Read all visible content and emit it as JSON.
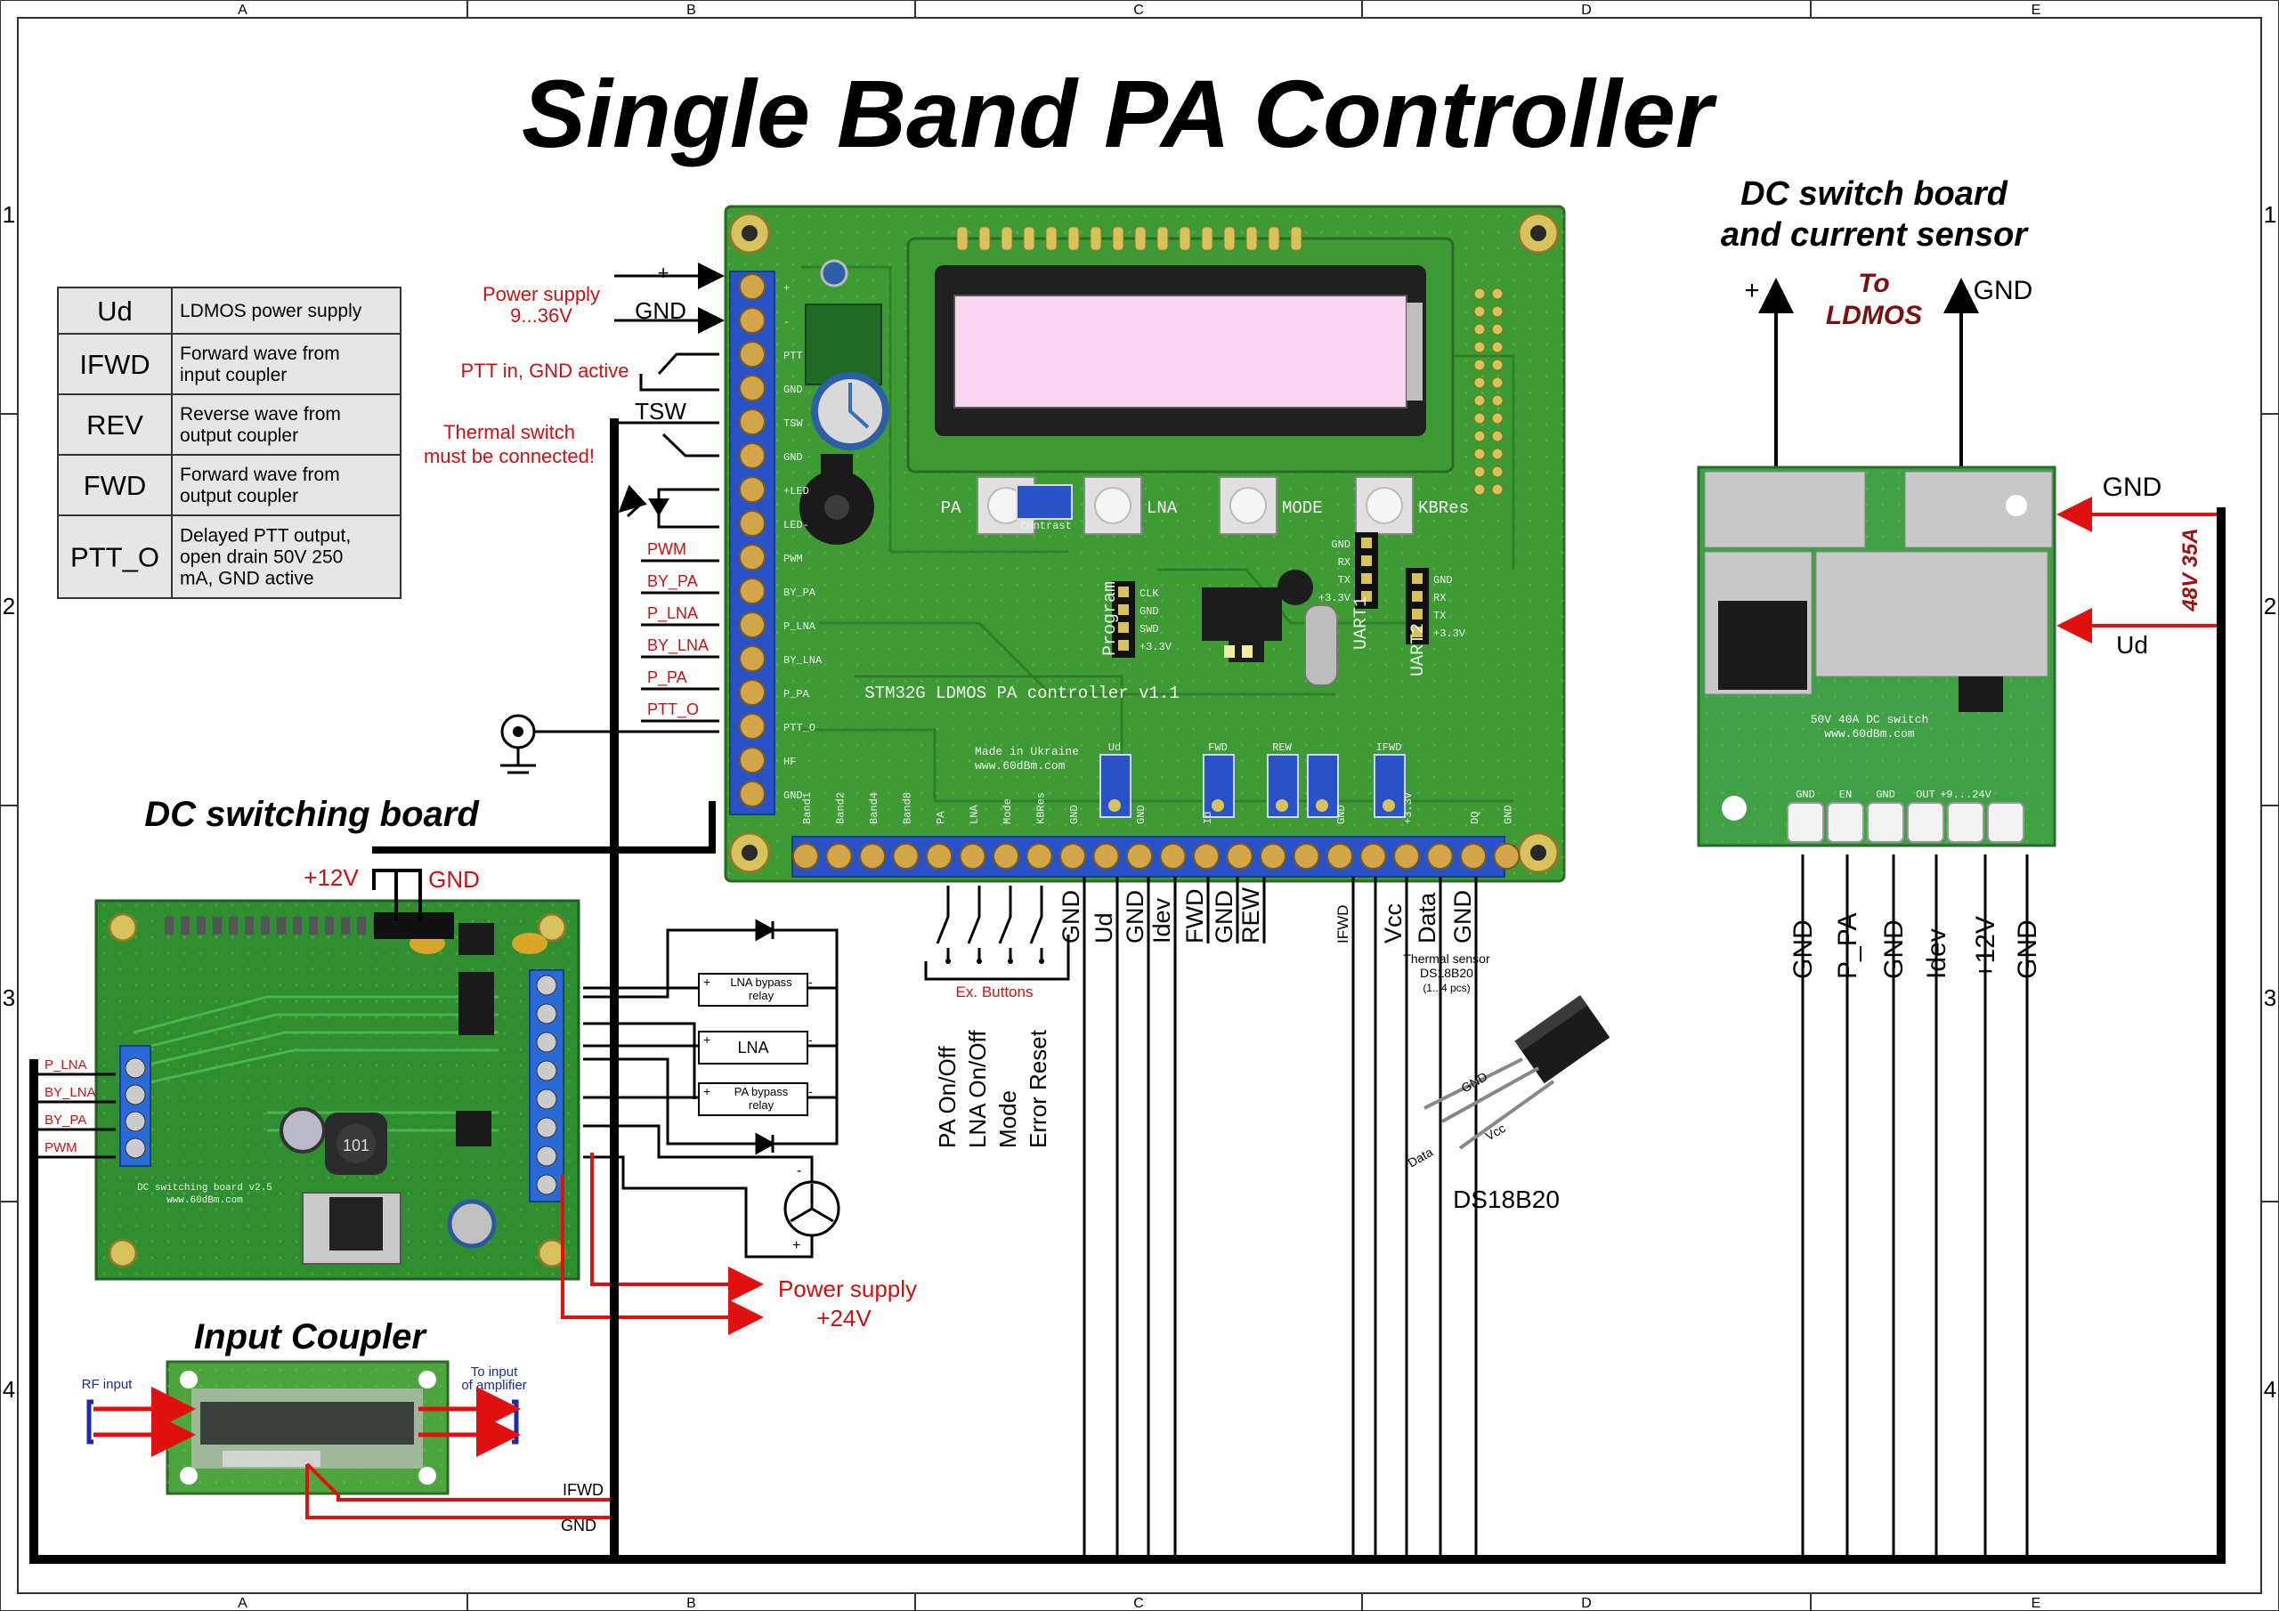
{
  "title": "Single Band PA Controller",
  "frame": {
    "columns": [
      "A",
      "B",
      "C",
      "D",
      "E"
    ],
    "rows": [
      "1",
      "2",
      "3",
      "4"
    ]
  },
  "legend_table": [
    {
      "code": "Ud",
      "desc": [
        "LDMOS power supply"
      ]
    },
    {
      "code": "IFWD",
      "desc": [
        "Forward wave from",
        "input coupler"
      ]
    },
    {
      "code": "REV",
      "desc": [
        "Reverse wave from",
        "output coupler"
      ]
    },
    {
      "code": "FWD",
      "desc": [
        "Forward wave from",
        "output coupler"
      ]
    },
    {
      "code": "PTT_O",
      "desc": [
        "Delayed PTT output,",
        "open drain 50V 250",
        "mA, GND active"
      ]
    }
  ],
  "left_notes": {
    "power_supply": [
      "Power supply",
      "9...36V"
    ],
    "plus": "+",
    "gnd": "GND",
    "ptt_in": "PTT in, GND active",
    "thermal": [
      "Thermal switch",
      "must be connected!"
    ],
    "tsw": "TSW"
  },
  "controller_board": {
    "name": "STM32G LDMOS PA controller v1.1",
    "made": [
      "Made in Ukraine",
      "www.60dBm.com"
    ],
    "left_pins": [
      "+",
      "-",
      "PTT",
      "GND",
      "TSW",
      "GND",
      "+LED",
      "LED-",
      "PWM",
      "BY_PA",
      "P_LNA",
      "BY_LNA",
      "P_PA",
      "PTT_O",
      "HF",
      "GND"
    ],
    "signal_labels": [
      "PWM",
      "BY_PA",
      "P_LNA",
      "BY_LNA",
      "P_PA",
      "PTT_O"
    ],
    "buttons": [
      "PA",
      "LNA",
      "MODE",
      "KBRes"
    ],
    "contrast": "Contrast",
    "program_header": [
      "CLK",
      "GND",
      "SWD",
      "+3.3V"
    ],
    "program_label": "Program",
    "uart1_header": [
      "GND",
      "RX",
      "TX",
      "+3.3V"
    ],
    "uart1_label": "UART1",
    "uart2_header": [
      "GND",
      "RX",
      "TX",
      "+3.3V"
    ],
    "uart2_label": "UART2",
    "pots": [
      "Ud",
      "FWD",
      "REW",
      "IFWD"
    ],
    "bottom_pins": [
      "Band1",
      "Band2",
      "Band4",
      "Band8",
      "PA",
      "LNA",
      "Mode",
      "KBRes",
      "GND",
      "",
      "GND",
      "",
      "Id",
      "",
      "",
      "",
      "GND",
      "",
      "+3.3V",
      "",
      "DQ",
      "GND"
    ]
  },
  "bottom_signals": {
    "left_group": [
      "GND",
      "Ud",
      "GND",
      "Idev",
      "FWD",
      "GND",
      "REW"
    ],
    "right_group": [
      "IFWD",
      "Vcc",
      "Data",
      "GND"
    ],
    "ex_buttons": "Ex. Buttons",
    "button_names": [
      "PA On/Off",
      "LNA On/Off",
      "Mode",
      "Error Reset"
    ],
    "thermal_sensor": [
      "Thermal sensor",
      "DS18B20",
      "(1...4 pcs)"
    ],
    "sensor_name": "DS18B20",
    "sensor_pins": [
      "GND",
      "Vcc",
      "Data"
    ]
  },
  "dc_switching": {
    "title": "DC switching board",
    "plus12": "+12V",
    "gnd": "GND",
    "left_signals": [
      "P_LNA",
      "BY_LNA",
      "BY_PA",
      "PWM"
    ],
    "relays": [
      [
        "LNA bypass",
        "relay"
      ],
      [
        "LNA"
      ],
      [
        "PA bypass",
        "relay"
      ]
    ],
    "board_text": [
      "DC switching board v2.5",
      "www.60dBm.com"
    ],
    "inductor": "101",
    "power_supply": [
      "Power supply",
      "+24V"
    ]
  },
  "input_coupler": {
    "title": "Input Coupler",
    "rf_input": "RF input",
    "to_input": [
      "To input",
      "of amplifier"
    ],
    "ifwd": "IFWD",
    "gnd": "GND"
  },
  "dc_switch_board": {
    "title": [
      "DC switch board",
      "and current sensor"
    ],
    "plus": "+",
    "gnd": "GND",
    "to_ldmos": [
      "To",
      "LDMOS"
    ],
    "gnd_in": "GND",
    "ud_in": "Ud",
    "supply": "48V 35A",
    "board_text": [
      "50V 40A DC switch",
      "www.60dBm.com"
    ],
    "terminals": [
      "GND",
      "EN",
      "GND",
      "OUT",
      "+9...24V",
      ""
    ],
    "signals": [
      "GND",
      "P_PA",
      "GND",
      "Idev",
      "+12V",
      "GND"
    ]
  }
}
